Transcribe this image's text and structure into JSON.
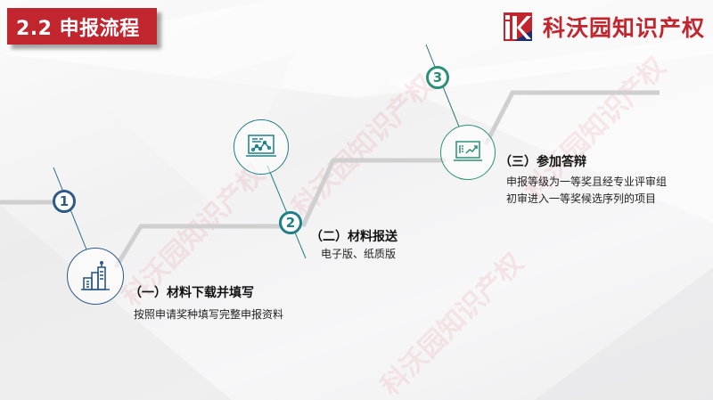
{
  "header": {
    "section_title": "2.2 申报流程"
  },
  "brand": {
    "logo_letters": "iK",
    "name": "科沃园知识产权",
    "color": "#c1262f"
  },
  "steps": [
    {
      "number": "1",
      "icon": "building-icon",
      "title": "（一）材料下载并填写",
      "description": [
        "按照申请奖种填写完整申报资料"
      ],
      "color": "#2e5a87"
    },
    {
      "number": "2",
      "icon": "laptop-chart-icon",
      "title": "（二）材料报送",
      "description": [
        "电子版、纸质版"
      ],
      "color": "#1f7f86"
    },
    {
      "number": "3",
      "icon": "laptop-trend-icon",
      "title": "（三）参加答辩",
      "description": [
        "申报等级为一等奖且经专业评审组",
        "初审进入一等奖候选序列的项目"
      ],
      "color": "#2a9176"
    }
  ],
  "watermark": "科沃园知识产权"
}
